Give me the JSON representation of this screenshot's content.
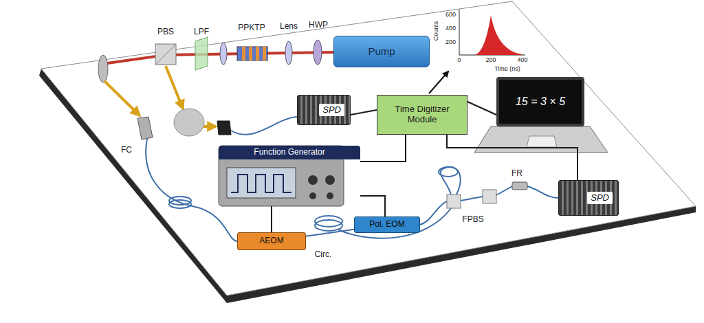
{
  "diagram": {
    "nodes": [
      {
        "text": [
          "Pump"
        ]
      },
      {
        "text": [
          "SPD"
        ]
      },
      {
        "text": [
          "Time Digitizer Module"
        ]
      },
      {
        "text": [
          "15 = 3 × 5"
        ]
      },
      {
        "text": [
          "Function Generator"
        ]
      },
      {
        "text": [
          "SPD"
        ]
      },
      {
        "text": [
          "AEOM"
        ]
      },
      {
        "text": [
          "Pol. EOM"
        ]
      }
    ],
    "edges": [
      {
        "from": 1,
        "to": 2,
        "arrow": "none"
      },
      {
        "from": 5,
        "to": 2,
        "arrow": "none"
      },
      {
        "from": 2,
        "to": 3,
        "arrow": "none"
      },
      {
        "from": 4,
        "to": 6,
        "arrow": "none"
      },
      {
        "from": 4,
        "to": 7,
        "arrow": "none"
      },
      {
        "from": 4,
        "to": 2,
        "arrow": "none"
      },
      {
        "from": 6,
        "to": 7,
        "arrow": "none"
      }
    ],
    "labels": [
      "PBS",
      "LPF",
      "PPKTP",
      "Lens",
      "HWP",
      "600",
      "400",
      "200",
      "Counts",
      "0",
      "200",
      "400",
      "Time (ns)",
      "FC",
      "FR",
      "Circ.",
      "FPBS"
    ]
  }
}
